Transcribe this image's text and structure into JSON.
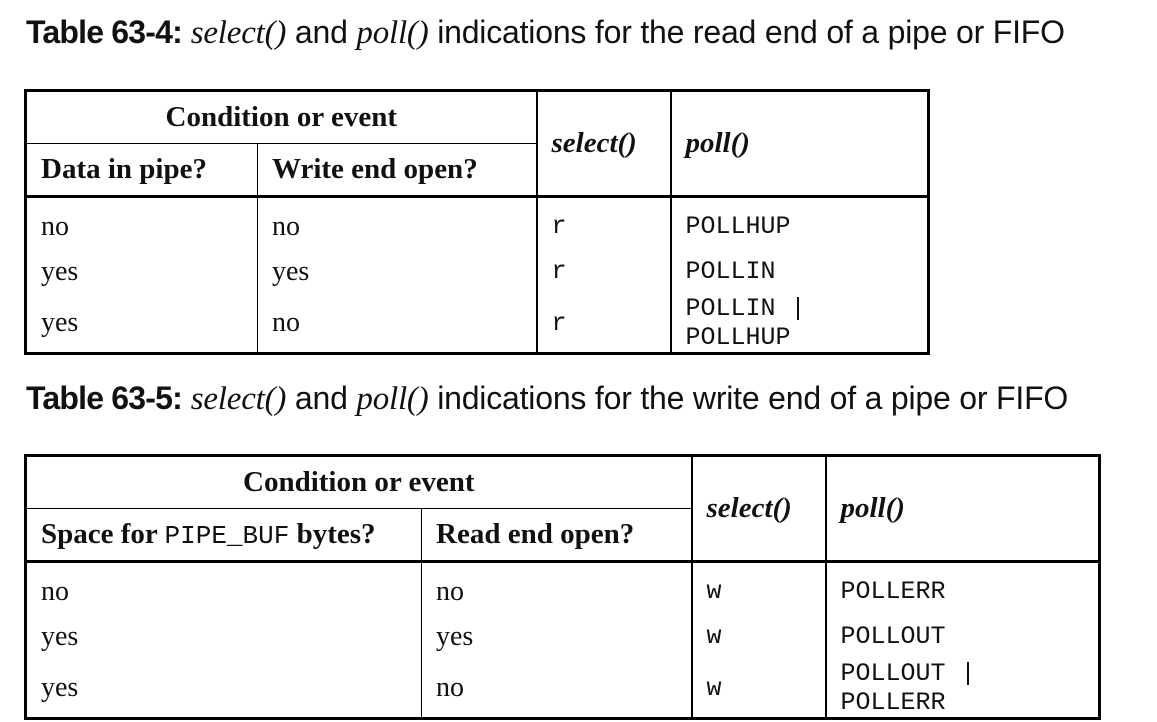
{
  "table1": {
    "caption": {
      "label": "Table 63-4:",
      "fn1": "select()",
      "mid": " and ",
      "fn2": "poll()",
      "rest": " indications for the read end of a pipe or FIFO"
    },
    "group_header": "Condition or event",
    "col1_header": "Data in pipe?",
    "col2_header": "Write end open?",
    "select_header": "select()",
    "poll_header": "poll()",
    "rows": [
      {
        "c1": "no",
        "c2": "no",
        "select": "r",
        "poll": "POLLHUP"
      },
      {
        "c1": "yes",
        "c2": "yes",
        "select": "r",
        "poll": "POLLIN"
      },
      {
        "c1": "yes",
        "c2": "no",
        "select": "r",
        "poll": "POLLIN | POLLHUP"
      }
    ]
  },
  "table2": {
    "caption": {
      "label": "Table 63-5:",
      "fn1": "select()",
      "mid": " and ",
      "fn2": "poll()",
      "rest": " indications for the write end of a pipe or FIFO"
    },
    "group_header": "Condition or event",
    "col1_header_pre": "Space for ",
    "col1_header_code": "PIPE_BUF",
    "col1_header_post": " bytes?",
    "col2_header": "Read end open?",
    "select_header": "select()",
    "poll_header": "poll()",
    "rows": [
      {
        "c1": "no",
        "c2": "no",
        "select": "w",
        "poll": "POLLERR"
      },
      {
        "c1": "yes",
        "c2": "yes",
        "select": "w",
        "poll": "POLLOUT"
      },
      {
        "c1": "yes",
        "c2": "no",
        "select": "w",
        "poll": "POLLOUT | POLLERR"
      }
    ]
  }
}
